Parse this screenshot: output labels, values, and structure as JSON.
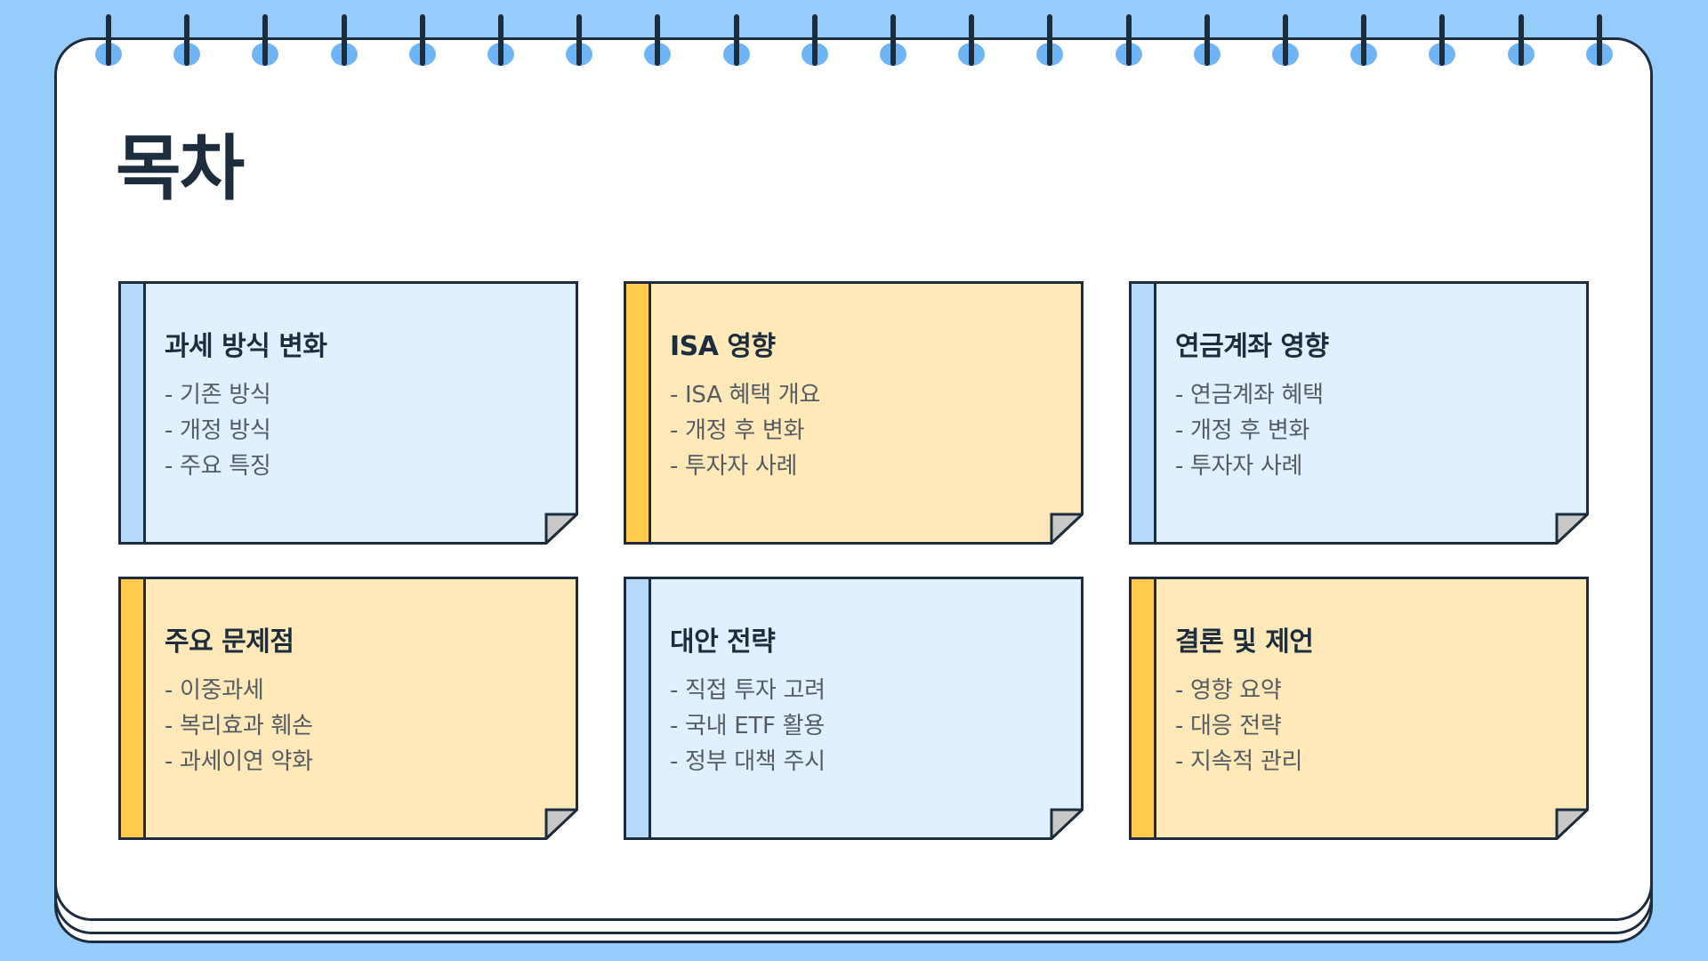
{
  "page": {
    "title": "목차"
  },
  "colors": {
    "background": "#95CCFB",
    "ink": "#1E2D3D",
    "blue_card": "#E1F0FE",
    "blue_strip": "#B5DAFB",
    "yellow_card": "#FFE9B9",
    "yellow_strip": "#FFCC4D",
    "fold": "#C8C8C8"
  },
  "cards": [
    {
      "theme": "blue",
      "title": "과세 방식 변화",
      "items": [
        "- 기존 방식",
        "- 개정 방식",
        "- 주요 특징"
      ]
    },
    {
      "theme": "yellow",
      "title": "ISA 영향",
      "items": [
        "- ISA 혜택 개요",
        "- 개정 후 변화",
        "- 투자자 사례"
      ]
    },
    {
      "theme": "blue",
      "title": "연금계좌 영향",
      "items": [
        "- 연금계좌 혜택",
        "- 개정 후 변화",
        "- 투자자 사례"
      ]
    },
    {
      "theme": "yellow",
      "title": "주요 문제점",
      "items": [
        "- 이중과세",
        "- 복리효과 훼손",
        "- 과세이연 약화"
      ]
    },
    {
      "theme": "blue",
      "title": "대안 전략",
      "items": [
        "- 직접 투자 고려",
        "- 국내 ETF 활용",
        "- 정부 대책 주시"
      ]
    },
    {
      "theme": "yellow",
      "title": "결론 및 제언",
      "items": [
        "- 영향 요약",
        "- 대응 전략",
        "- 지속적 관리"
      ]
    }
  ]
}
